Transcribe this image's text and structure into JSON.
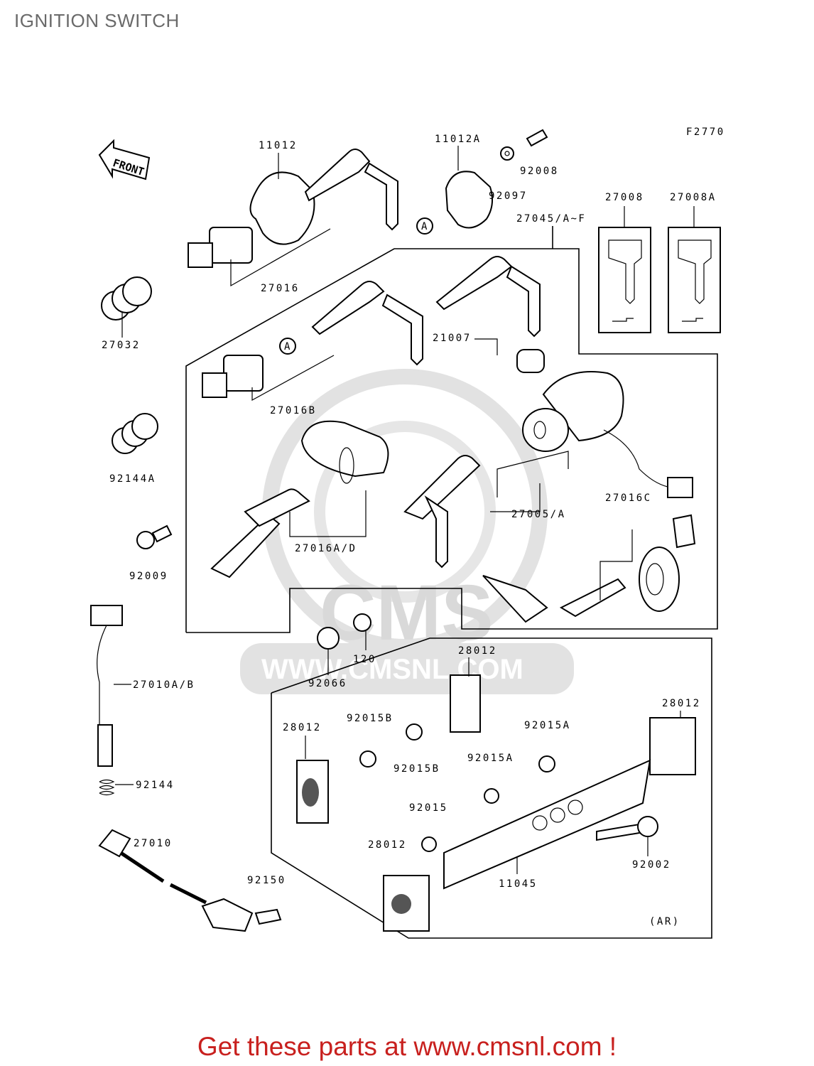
{
  "title": "IGNITION SWITCH",
  "figure_code": "F2770",
  "front_label": "FRONT",
  "ar_label": "(AR)",
  "circle_ref": "A",
  "watermark": {
    "brand": "CMS",
    "url": "WWW.CMSNL.COM"
  },
  "footer": {
    "prefix": "Get these parts at ",
    "link": "www.cmsnl.com",
    "suffix": " !"
  },
  "parts": {
    "p11012": "11012",
    "p11012A": "11012A",
    "p92008": "92008",
    "p92097": "92097",
    "p27045": "27045/A~F",
    "p27008": "27008",
    "p27008A": "27008A",
    "p27016": "27016",
    "p27032": "27032",
    "p21007": "21007",
    "p27016B": "27016B",
    "p92144A": "92144A",
    "p27016C": "27016C",
    "p27005": "27005/A",
    "p27016AD": "27016A/D",
    "p92009": "92009",
    "p120": "120",
    "p92066": "92066",
    "p28012a": "28012",
    "p27010AB": "27010A/B",
    "p92015B1": "92015B",
    "p28012b": "28012",
    "p92015B2": "92015B",
    "p92015A1": "92015A",
    "p28012c": "28012",
    "p92015A2": "92015A",
    "p92144": "92144",
    "p92015": "92015",
    "p27010": "27010",
    "p28012d": "28012",
    "p92002": "92002",
    "p11045": "11045",
    "p92150": "92150"
  }
}
